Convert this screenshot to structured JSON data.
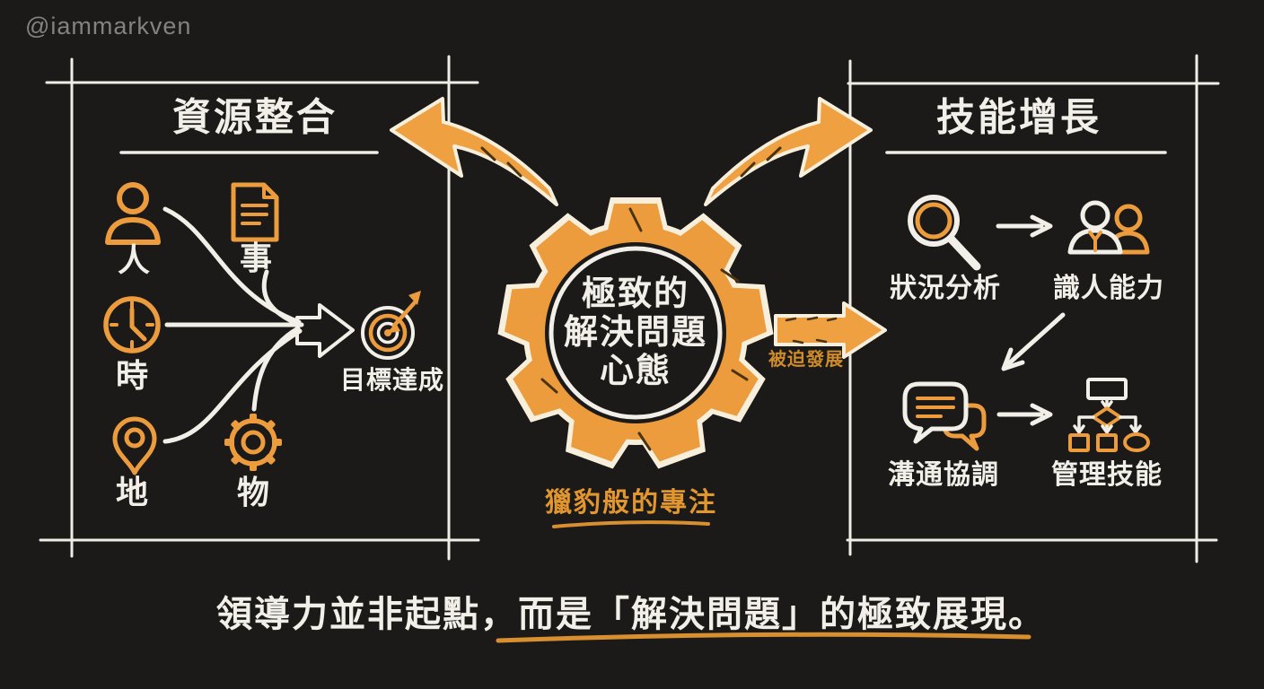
{
  "watermark": "@iammarkven",
  "colors": {
    "background": "#1b1a18",
    "orange": "#ec9c3d",
    "orange_dark": "#cf8b2a",
    "cream_outline": "#f7efdc",
    "line_white": "#f2efe8",
    "watermark_gray": "#828282"
  },
  "left_box": {
    "title": "資源整合",
    "items": [
      {
        "icon": "person-icon",
        "label": "人"
      },
      {
        "icon": "document-icon",
        "label": "事"
      },
      {
        "icon": "clock-icon",
        "label": "時"
      },
      {
        "icon": "pin-icon",
        "label": "地"
      },
      {
        "icon": "gear-small-icon",
        "label": "物"
      }
    ],
    "goal": {
      "icon": "target-icon",
      "label": "目標達成"
    }
  },
  "center": {
    "icon": "gear-icon",
    "gear_lines": [
      "極致的",
      "解決問題",
      "心態"
    ],
    "caption": "獵豹般的專注",
    "forced_arrow_label": "被迫發展"
  },
  "right_box": {
    "title": "技能增長",
    "items": [
      {
        "icon": "magnifier-icon",
        "label": "狀況分析"
      },
      {
        "icon": "people-icon",
        "label": "識人能力"
      },
      {
        "icon": "chat-icon",
        "label": "溝通協調"
      },
      {
        "icon": "flowchart-icon",
        "label": "管理技能"
      }
    ]
  },
  "footer": {
    "text": "領導力並非起點，而是「解決問題」的極致展現。"
  }
}
